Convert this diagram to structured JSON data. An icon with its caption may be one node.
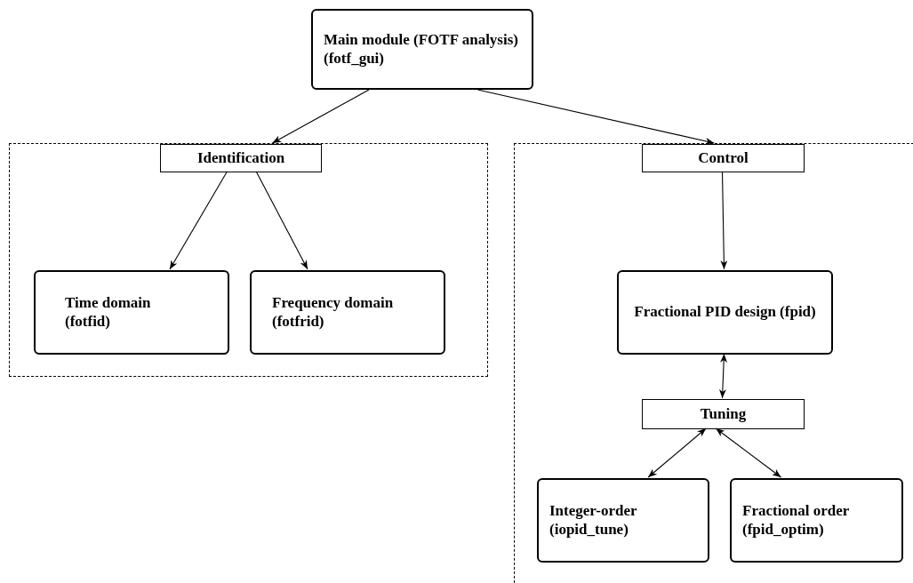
{
  "diagram": {
    "nodes": [
      {
        "text": [
          "Main module (FOTF analysis) (fotf_gui)"
        ]
      },
      {
        "text": [],
        "shape": "box"
      },
      {
        "text": [
          "Identification"
        ],
        "in": 1
      },
      {
        "text": [
          "Time domain (fotfid)"
        ],
        "in": 1
      },
      {
        "text": [
          "Frequency domain (fotfrid)"
        ],
        "in": 1
      },
      {
        "text": [],
        "shape": "box"
      },
      {
        "text": [
          "Control"
        ],
        "in": 5
      },
      {
        "text": [
          "Fractional PID design (fpid)"
        ],
        "in": 5
      },
      {
        "text": [
          "Tuning"
        ],
        "in": 5
      },
      {
        "text": [
          "Integer-order (iopid_tune)"
        ],
        "in": 5
      },
      {
        "text": [
          "Fractional order (fpid_optim)"
        ],
        "in": 5
      }
    ],
    "edges": [
      {
        "from": 0,
        "to": 2,
        "arrow": "to"
      },
      {
        "from": 0,
        "to": 6,
        "arrow": "to"
      },
      {
        "from": 2,
        "to": 3,
        "arrow": "to"
      },
      {
        "from": 2,
        "to": 4,
        "arrow": "to"
      },
      {
        "from": 6,
        "to": 7,
        "arrow": "to"
      },
      {
        "from": 7,
        "to": 8,
        "arrow": "both"
      },
      {
        "from": 8,
        "to": 9,
        "arrow": "both"
      },
      {
        "from": 8,
        "to": 10,
        "arrow": "both"
      }
    ]
  }
}
